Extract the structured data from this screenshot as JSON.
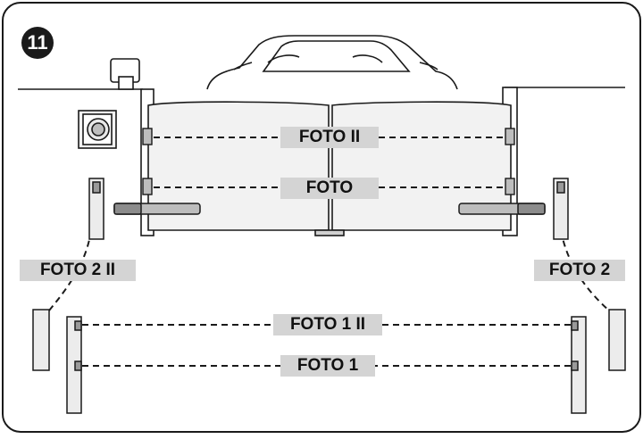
{
  "figure": {
    "number": "11"
  },
  "labels": {
    "foto_ii": "FOTO II",
    "foto": "FOTO",
    "foto_2_ii": "FOTO 2 II",
    "foto_2": "FOTO 2",
    "foto_1_ii": "FOTO 1 II",
    "foto_1": "FOTO 1"
  },
  "colors": {
    "line": "#1a1a1a",
    "label_bg": "#d4d4d4",
    "gate_fill": "#f2f2f2",
    "badge": "#1a1a1a"
  }
}
